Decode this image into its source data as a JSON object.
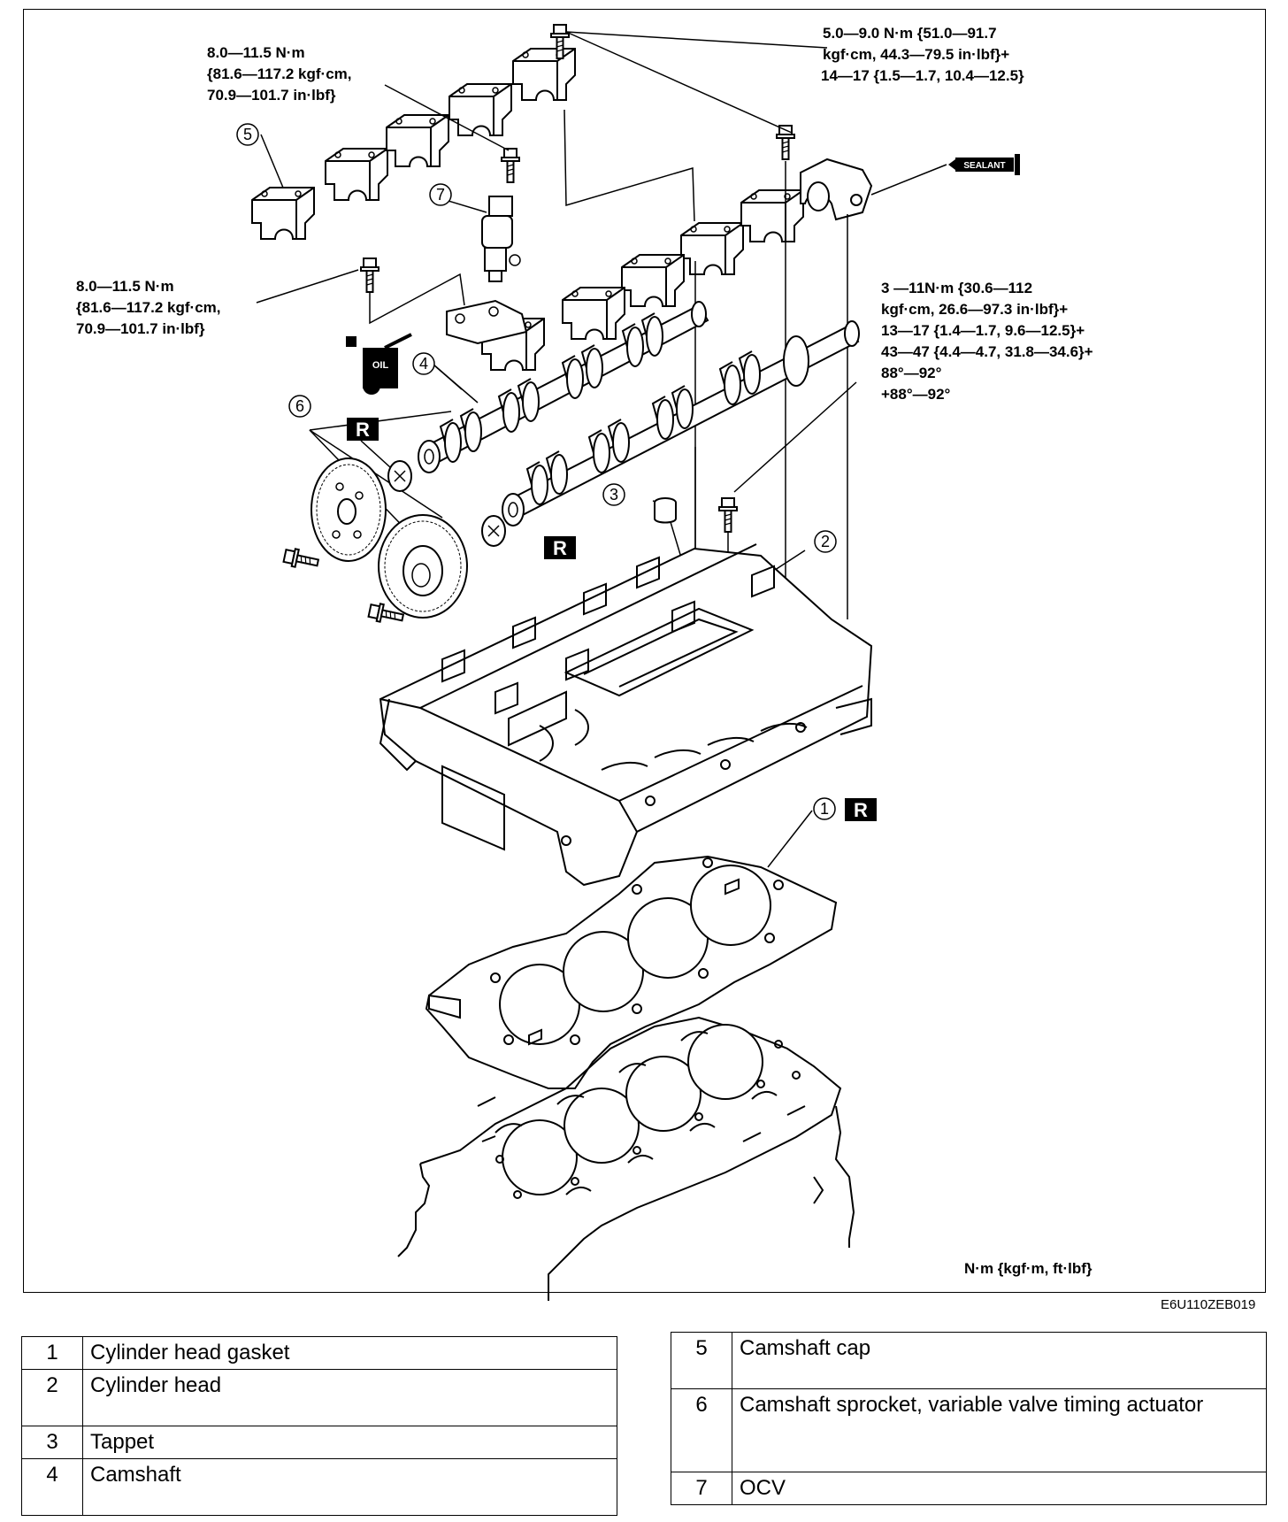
{
  "torques": {
    "ocv_bolt": [
      "8.0—11.5 N·m",
      "{81.6—117.2 kgf·cm,",
      "70.9—101.7 in·lbf}"
    ],
    "ocv_bracket_bolt": [
      "8.0—11.5 N·m",
      "{81.6—117.2 kgf·cm,",
      "70.9—101.7 in·lbf}"
    ],
    "cap_bolts": [
      "5.0—9.0 N·m {51.0—91.7",
      "kgf·cm, 44.3—79.5 in·lbf}+",
      "14—17 {1.5—1.7, 10.4—12.5}"
    ],
    "head_bolts": [
      "3 —11N·m {30.6—112",
      "kgf·cm, 26.6—97.3 in·lbf}+",
      "13—17 {1.4—1.7, 9.6—12.5}+",
      "43—47 {4.4—4.7, 31.8—34.6}+",
      "88°—92°",
      "+88°—92°"
    ]
  },
  "callouts": [
    "1",
    "2",
    "3",
    "4",
    "5",
    "6",
    "7"
  ],
  "replace_mark": "R",
  "oil_label": "OIL",
  "sealant_label": "SEALANT",
  "units_note": "N·m {kgf·m, ft·lbf}",
  "figure_code": "E6U110ZEB019",
  "legend_left": [
    {
      "num": "1",
      "name": "Cylinder head gasket"
    },
    {
      "num": "2",
      "name": "Cylinder head"
    },
    {
      "num": "3",
      "name": "Tappet"
    },
    {
      "num": "4",
      "name": "Camshaft"
    }
  ],
  "legend_right": [
    {
      "num": "5",
      "name": "Camshaft cap"
    },
    {
      "num": "6",
      "name": "Camshaft sprocket, variable valve timing actuator"
    },
    {
      "num": "7",
      "name": "OCV"
    }
  ]
}
